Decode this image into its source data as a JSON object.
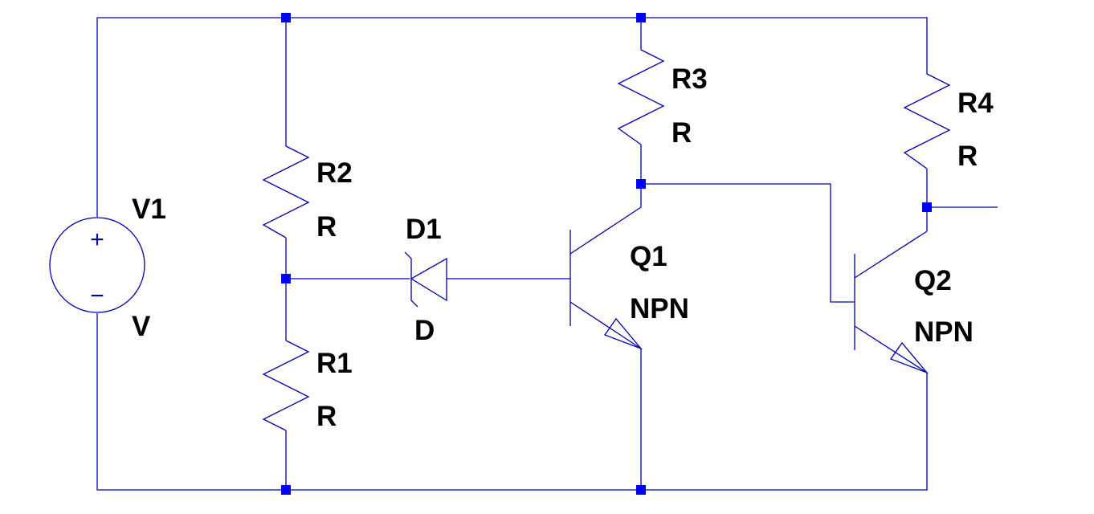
{
  "schematic": {
    "colors": {
      "wire": "#0000b4",
      "junction": "#0000ff",
      "label": "#000000",
      "background": "#ffffff"
    },
    "components": {
      "v1": {
        "name": "V1",
        "value": "V",
        "plus_sign": "+",
        "minus_sign": "−"
      },
      "r1": {
        "name": "R1",
        "value": "R"
      },
      "r2": {
        "name": "R2",
        "value": "R"
      },
      "r3": {
        "name": "R3",
        "value": "R"
      },
      "r4": {
        "name": "R4",
        "value": "R"
      },
      "d1": {
        "name": "D1",
        "value": "D"
      },
      "q1": {
        "name": "Q1",
        "value": "NPN"
      },
      "q2": {
        "name": "Q2",
        "value": "NPN"
      }
    }
  }
}
